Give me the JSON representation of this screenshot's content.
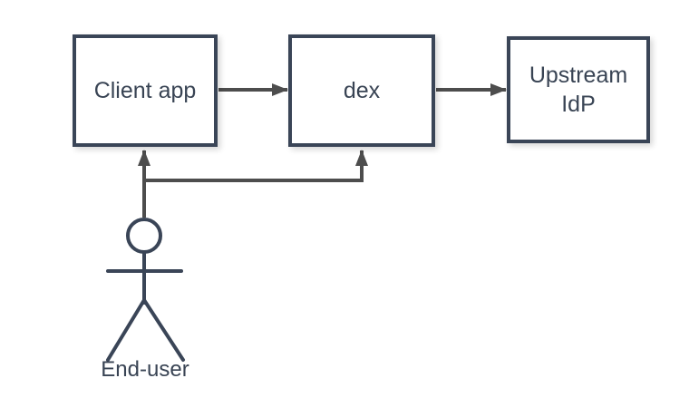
{
  "theme": {
    "background": "#ffffff",
    "node_fill": "#ffffff",
    "node_border": "#3a4557",
    "node_text": "#394454",
    "connector": "#4d4d4d",
    "actor_stroke": "#3a4557"
  },
  "nodes": {
    "client": {
      "label": "Client app"
    },
    "dex": {
      "label": "dex"
    },
    "idp": {
      "label": "Upstream IdP",
      "label_line1": "Upstream",
      "label_line2": "IdP"
    }
  },
  "actor": {
    "label": "End-user"
  },
  "edges": [
    {
      "from": "Client app",
      "to": "dex"
    },
    {
      "from": "dex",
      "to": "Upstream IdP"
    },
    {
      "from": "End-user",
      "to": "Client app"
    },
    {
      "from": "End-user",
      "to": "dex"
    }
  ]
}
